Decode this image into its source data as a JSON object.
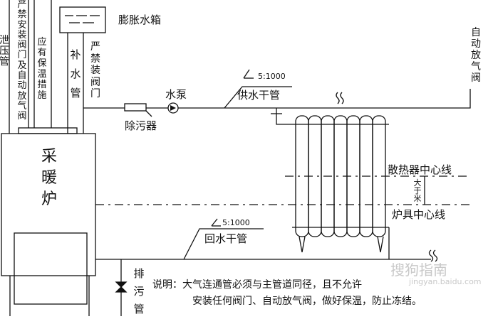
{
  "labels": {
    "left_col_1": "泄\n压\n管",
    "left_col_2": "严\n禁\n安\n装\n阀\n门\n及\n自\n动\n放\n气\n阀",
    "left_col_3": "应\n有\n保\n温\n措\n施",
    "refill_pipe": "补\n水\n管",
    "no_valve": "严\n禁\n装\n阀\n门",
    "expansion_tank": "膨胀水箱",
    "auto_air_valve": "自\n动\n放\n气\n阀",
    "supply_slope": "5:1000",
    "supply_main": "供水干管",
    "water_pump": "水泵",
    "dirt_separator": "除污器",
    "heating_furnace": "采\n暖\n炉",
    "radiator_centerline": "散热器中心线",
    "greater_than": "大\n于\n米",
    "furnace_centerline": "炉具中心线",
    "return_slope": "5:1000",
    "return_main": "回水干管",
    "drain_pipe": "排\n污\n管",
    "note_line1": "说明：大气连通管必须与主管道同径，且不允许",
    "note_line2": "安装任何阀门、自动放气阀，做好保温，防止冻结。"
  },
  "watermark": {
    "brand": "搜狗指南",
    "url": "jingyan.baidu.com"
  },
  "colors": {
    "line": "#111111",
    "watermark": "#c8c8c8"
  }
}
